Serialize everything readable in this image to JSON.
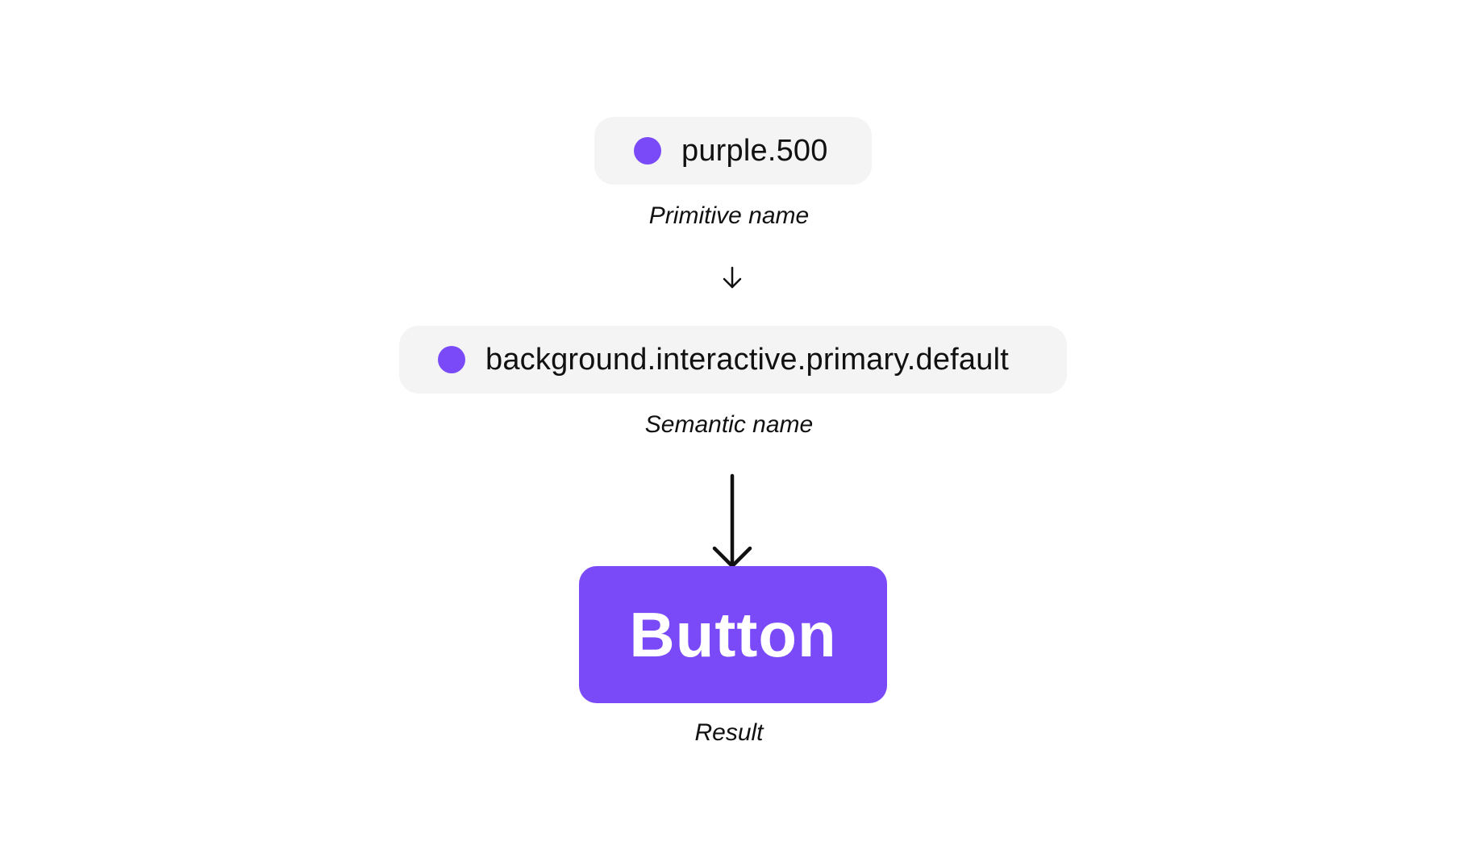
{
  "colors": {
    "accent": "#7a4af8",
    "pill_background": "#f4f4f4",
    "text": "#111111",
    "button_text": "#ffffff"
  },
  "primitive": {
    "token": "purple.500",
    "caption": "Primitive name"
  },
  "semantic": {
    "token": "background.interactive.primary.default",
    "caption": "Semantic name"
  },
  "result": {
    "button_label": "Button",
    "caption": "Result"
  },
  "icons": [
    "color-swatch-icon",
    "arrow-down-icon"
  ]
}
